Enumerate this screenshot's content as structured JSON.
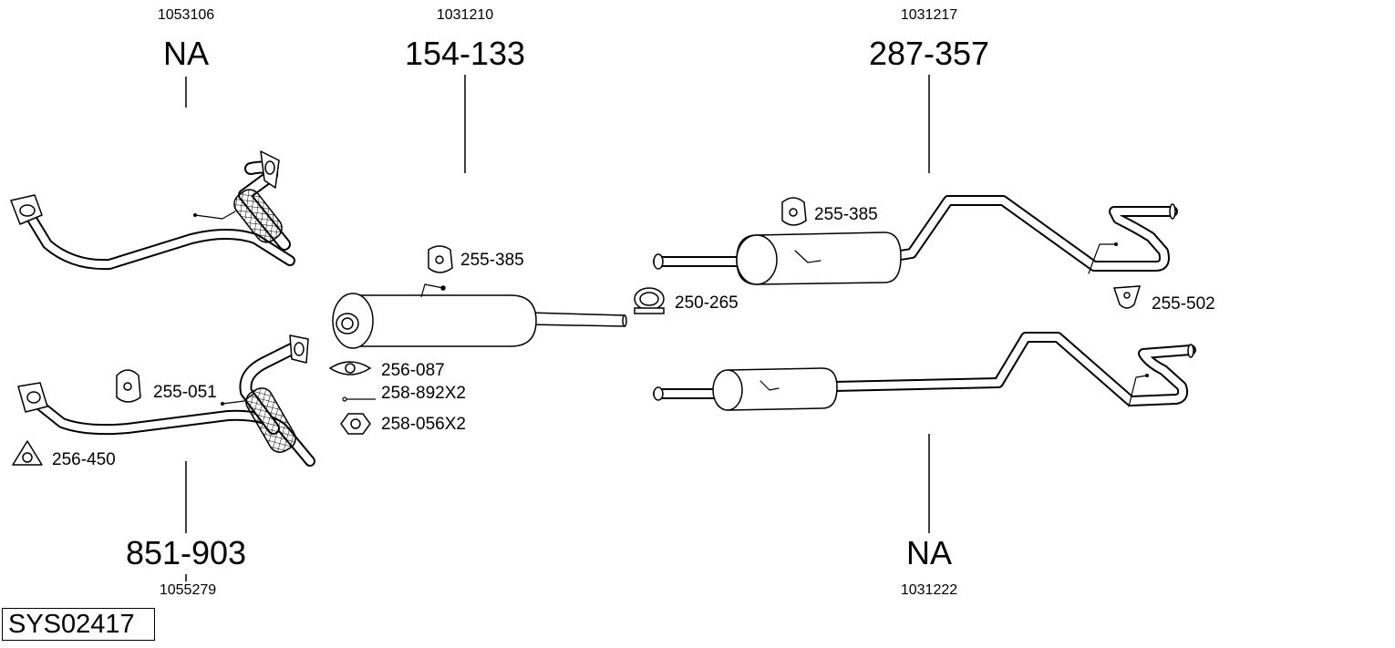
{
  "diagram": {
    "system_id": "SYS02417",
    "parts": [
      {
        "code": "1053106",
        "number": "NA"
      },
      {
        "code": "1031210",
        "number": "154-133"
      },
      {
        "code": "1031217",
        "number": "287-357"
      },
      {
        "code": "1055279",
        "number": "851-903"
      },
      {
        "code": "1031222",
        "number": "NA"
      }
    ],
    "accessories": [
      {
        "label": "255-385"
      },
      {
        "label": "255-385"
      },
      {
        "label": "250-265"
      },
      {
        "label": "255-502"
      },
      {
        "label": "256-087"
      },
      {
        "label": "258-892X2"
      },
      {
        "label": "258-056X2"
      },
      {
        "label": "255-051"
      },
      {
        "label": "256-450"
      }
    ]
  }
}
